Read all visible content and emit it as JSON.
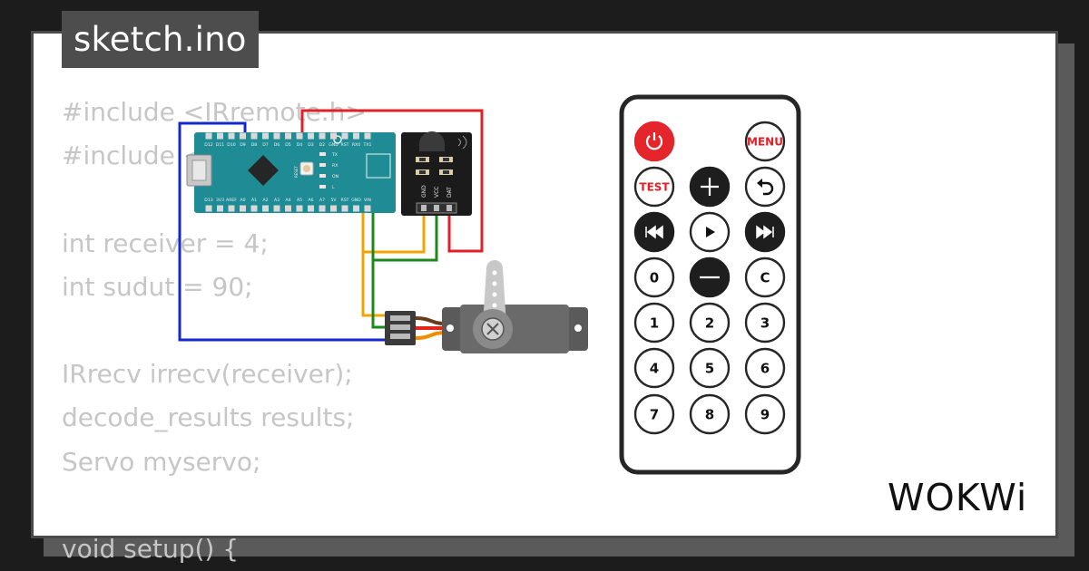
{
  "title": "sketch.ino",
  "code_lines": [
    "#include <IRremote.h>",
    "#include <Servo.h>",
    "",
    "int receiver = 4;",
    "int sudut = 90;",
    "",
    "IRrecv irrecv(receiver);",
    "decode_results results;",
    "Servo myservo;",
    "",
    "void setup() {"
  ],
  "brand": "WOKWi",
  "colors": {
    "background": "#1c1c1c",
    "card": "#ffffff",
    "title_bg": "#4d4d4d",
    "code_text": "#c6c6c6",
    "arduino": "#1f8b95",
    "wire_red": "#e21f26",
    "wire_blue": "#1428d2",
    "wire_green": "#1a8a1a",
    "wire_orange": "#f3a400",
    "power_button": "#e4262c"
  },
  "arduino": {
    "top_pins": [
      "D12",
      "D11",
      "D10",
      "D9",
      "D8",
      "D7",
      "D6",
      "D5",
      "D4",
      "D3",
      "D2",
      "GND",
      "RST",
      "RX0",
      "TX1"
    ],
    "bottom_pins": [
      "D13",
      "3V3",
      "AREF",
      "A0",
      "A1",
      "A2",
      "A3",
      "A4",
      "A5",
      "A6",
      "A7",
      "5V",
      "RST",
      "GND",
      "VIN"
    ],
    "leds": [
      "TX",
      "RX",
      "ON",
      "L"
    ],
    "reset": "RESET"
  },
  "ir_receiver": {
    "pins": [
      "GND",
      "VCC",
      "DAT"
    ]
  },
  "remote": {
    "rows": [
      [
        {
          "label": "",
          "icon": "power-icon",
          "style": "red"
        },
        {
          "label": "",
          "style": "none"
        },
        {
          "label": "MENU",
          "style": "outline-red"
        }
      ],
      [
        {
          "label": "TEST",
          "style": "outline-red"
        },
        {
          "label": "",
          "icon": "plus-icon",
          "style": "dark"
        },
        {
          "label": "",
          "icon": "back-icon",
          "style": "outline"
        }
      ],
      [
        {
          "label": "",
          "icon": "rewind-icon",
          "style": "dark"
        },
        {
          "label": "",
          "icon": "play-icon",
          "style": "outline"
        },
        {
          "label": "",
          "icon": "fast-forward-icon",
          "style": "dark"
        }
      ],
      [
        {
          "label": "0",
          "style": "outline"
        },
        {
          "label": "",
          "icon": "minus-icon",
          "style": "dark"
        },
        {
          "label": "C",
          "style": "outline"
        }
      ],
      [
        {
          "label": "1",
          "style": "outline"
        },
        {
          "label": "2",
          "style": "outline"
        },
        {
          "label": "3",
          "style": "outline"
        }
      ],
      [
        {
          "label": "4",
          "style": "outline"
        },
        {
          "label": "5",
          "style": "outline"
        },
        {
          "label": "6",
          "style": "outline"
        }
      ],
      [
        {
          "label": "7",
          "style": "outline"
        },
        {
          "label": "8",
          "style": "outline"
        },
        {
          "label": "9",
          "style": "outline"
        }
      ]
    ]
  }
}
